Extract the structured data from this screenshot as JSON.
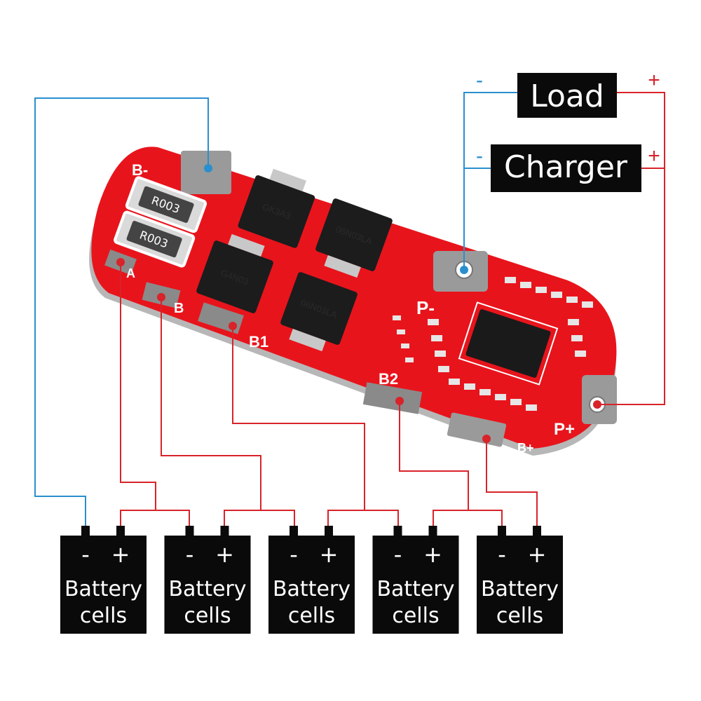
{
  "colors": {
    "neg_wire": "#2a8fcf",
    "pos_wire": "#d8232a",
    "board": "#e8141c",
    "label_bg": "#0a0a0a",
    "label_text": "#ffffff",
    "cell": "#0a0a0a"
  },
  "labels": {
    "load": "Load",
    "charger": "Charger",
    "minus": "-",
    "plus": "+"
  },
  "board": {
    "silkscreen": {
      "b_minus": "B-",
      "a": "A",
      "b": "B",
      "b1": "B1",
      "b2": "B2",
      "p_minus": "P-",
      "p_plus": "P+",
      "b_plus": "B+"
    },
    "resistor_marking": "R003",
    "mosfet_markings": [
      "GK3A3",
      "06N03LA",
      "06N03LA",
      "G4N03"
    ],
    "ic_icon": "protection-ic-icon"
  },
  "cells": [
    {
      "minus": "-",
      "plus": "+",
      "line1": "Battery",
      "line2": "cells"
    },
    {
      "minus": "-",
      "plus": "+",
      "line1": "Battery",
      "line2": "cells"
    },
    {
      "minus": "-",
      "plus": "+",
      "line1": "Battery",
      "line2": "cells"
    },
    {
      "minus": "-",
      "plus": "+",
      "line1": "Battery",
      "line2": "cells"
    },
    {
      "minus": "-",
      "plus": "+",
      "line1": "Battery",
      "line2": "cells"
    }
  ]
}
